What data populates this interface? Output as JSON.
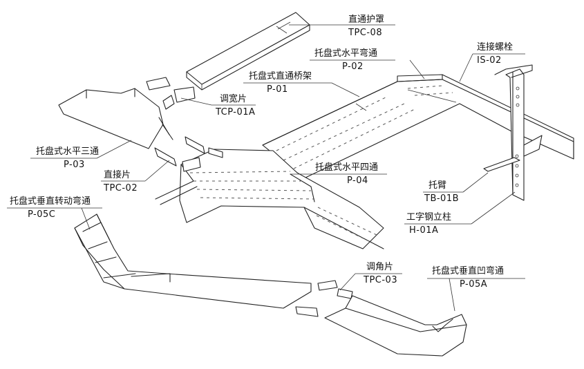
{
  "labels": {
    "tpc08": {
      "name": "直通护罩",
      "code": "TPC-08"
    },
    "p02": {
      "name": "托盘式水平弯通",
      "code": "P-02"
    },
    "is02": {
      "name": "连接螺栓",
      "code": "IS-02"
    },
    "p01": {
      "name": "托盘式直通桥架",
      "code": "P-01"
    },
    "tcp01a": {
      "name": "调宽片",
      "code": "TCP-01A"
    },
    "p03": {
      "name": "托盘式水平三通",
      "code": "P-03"
    },
    "tpc02": {
      "name": "直接片",
      "code": "TPC-02"
    },
    "p04": {
      "name": "托盘式水平四通",
      "code": "P-04"
    },
    "tb01b": {
      "name": "托臂",
      "code": "TB-01B"
    },
    "h01a": {
      "name": "工字钢立柱",
      "code": "H-01A"
    },
    "p05c": {
      "name": "托盘式垂直转动弯通",
      "code": "P-05C"
    },
    "tpc03": {
      "name": "调角片",
      "code": "TPC-03"
    },
    "p05a": {
      "name": "托盘式垂直凹弯通",
      "code": "P-05A"
    }
  }
}
